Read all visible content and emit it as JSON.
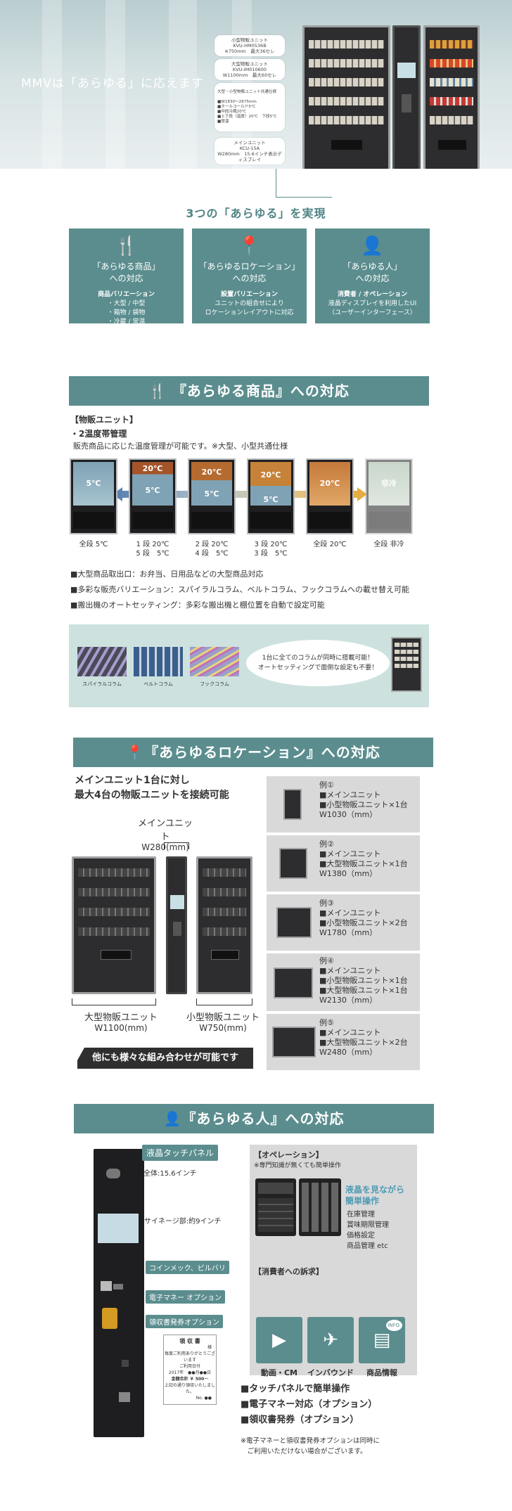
{
  "hero": {
    "title": "MMVは「あらゆる」に応えます",
    "callouts": [
      {
        "name": "小型物販ユニット",
        "model": "KVU-HM0536B",
        "spec": "※750mm　最大36セレ"
      },
      {
        "name": "大型物販ユニット",
        "model": "KVU-IM010600",
        "spec": "W1100mm　最大60セレ"
      },
      {
        "name": "大型・小型物販ユニット共通仕様",
        "spec": "■W1830～2675mm\n■ホールコールド5℃\n■中段冷蔵20℃\n■上下段（温度）20℃　下段5℃\n■常温"
      },
      {
        "name": "メインユニット",
        "model": "KCU-15A",
        "spec": "W280mm　15.6インチ表示ディスプレイ"
      }
    ]
  },
  "three_title": "3つの「あらゆる」を実現",
  "features": [
    {
      "icon": "fork-knife-icon",
      "title1": "「あらゆる商品」",
      "title2": "への対応",
      "sub_title": "商品バリエーション",
      "lines": [
        "・大型 / 中型",
        "・箱物 / 袋物",
        "・冷蔵 / 常温"
      ]
    },
    {
      "icon": "location-pin-icon",
      "title1": "「あらゆるロケーション」",
      "title2": "への対応",
      "sub_title": "設置バリエーション",
      "lines": [
        "ユニットの組合せにより",
        "ロケーションレイアウトに対応"
      ]
    },
    {
      "icon": "person-icon",
      "title1": "「あらゆる人」",
      "title2": "への対応",
      "sub_title": "消費者 / オペレーション",
      "lines": [
        "液晶ディスプレイを利用したUI",
        "（ユーザーインターフェース）"
      ]
    }
  ],
  "sec1": {
    "header": "『あらゆる商品』への対応",
    "unit_head": "【物販ユニット】",
    "temp_head": "・2温度帯管理",
    "temp_desc": "販売商品に応じた温度管理が可能です。※大型、小型共通仕様",
    "units": [
      {
        "top": "5℃",
        "bottom": "",
        "label1": "全段 5℃",
        "label2": ""
      },
      {
        "top": "20℃",
        "bottom": "5℃",
        "label1": "1 段 20℃",
        "label2": "5 段　5℃"
      },
      {
        "top": "20℃",
        "bottom": "5℃",
        "label1": "2 段 20℃",
        "label2": "4 段　5℃"
      },
      {
        "top": "20℃",
        "bottom": "5℃",
        "label1": "3 段 20℃",
        "label2": "3 段　5℃"
      },
      {
        "top": "20℃",
        "bottom": "",
        "label1": "全段 20℃",
        "label2": ""
      },
      {
        "top": "非冷",
        "bottom": "",
        "label1": "全段 非冷",
        "label2": ""
      }
    ],
    "bullets": [
      "■大型商品取出口：お弁当、日用品などの大型商品対応",
      "■多彩な販売バリエーション：スパイラルコラム、ベルトコラム、フックコラムへの載せ替え可能",
      "■搬出機のオートセッティング：多彩な搬出機と棚位置を自動で設定可能"
    ],
    "columns": [
      "スパイラルコラム",
      "ベルトコラム",
      "フックコラム"
    ],
    "bubble1": "1台に全てのコラムが同時に搭載可能！",
    "bubble2": "オートセッティングで面倒な設定も不要！"
  },
  "sec2": {
    "header": "『あらゆるロケーション』への対応",
    "lead1": "メインユニット1台に対し",
    "lead2": "最大4台の物販ユニットを接続可能",
    "main_label": "メインユニット",
    "main_width": "W280(mm)",
    "large_label": "大型物販ユニット",
    "large_width": "W1100(mm)",
    "small_label": "小型物販ユニット",
    "small_width": "W750(mm)",
    "banner": "他にも様々な組み合わせが可能です",
    "examples": [
      {
        "title": "例①",
        "lines": [
          "■メインユニット",
          "■小型物販ユニット×1台"
        ],
        "width": "W1030（mm）"
      },
      {
        "title": "例②",
        "lines": [
          "■メインユニット",
          "■大型物販ユニット×1台"
        ],
        "width": "W1380（mm）"
      },
      {
        "title": "例③",
        "lines": [
          "■メインユニット",
          "■小型物販ユニット×2台"
        ],
        "width": "W1780（mm）"
      },
      {
        "title": "例④",
        "lines": [
          "■メインユニット",
          "■小型物販ユニット×1台",
          "■大型物販ユニット×1台"
        ],
        "width": "W2130（mm）"
      },
      {
        "title": "例⑤",
        "lines": [
          "■メインユニット",
          "■大型物販ユニット×2台"
        ],
        "width": "W2480（mm）"
      }
    ]
  },
  "sec3": {
    "header": "『あらゆる人』への対応",
    "tag_touch": "液晶タッチパネル",
    "touch_size": "全体:15.6インチ",
    "signage": "サイネージ部:約9インチ",
    "tag_coin": "コインメック、ビルバリ",
    "tag_emoney": "電子マネー オプション",
    "tag_receipt": "領収書発券オプション",
    "receipt": {
      "title": "領 収 書",
      "to": "様",
      "line1": "毎度ご利用ありがとうございます",
      "line2": "ご利用日付",
      "line3": "2017年　●●月●●日",
      "amount": "金額合計 ￥ 500－",
      "line4": "上記の通り領収いたしました。",
      "no": "No. ●●"
    },
    "op_head": "【オペレーション】",
    "op_note": "※専門知識が無くても簡単操作",
    "op_title1": "液晶を見ながら",
    "op_title2": "簡単操作",
    "op_items": [
      "在庫管理",
      "賞味期限管理",
      "価格設定",
      "商品管理 etc"
    ],
    "consumer_head": "【消費者への訴求】",
    "icons": [
      {
        "icon": "video-play-icon",
        "label": "動画・CM"
      },
      {
        "icon": "airplane-icon",
        "label": "インバウンド"
      },
      {
        "icon": "info-document-icon",
        "label": "商品情報"
      }
    ],
    "info_badge": "INFO.",
    "bullets": [
      "■タッチパネルで簡単操作",
      "■電子マネー対応（オプション）",
      "■領収書発券（オプション）"
    ],
    "note1": "※電子マネーと領収書発券オプションは同時に",
    "note2": "　ご利用いただけない場合がございます。"
  }
}
